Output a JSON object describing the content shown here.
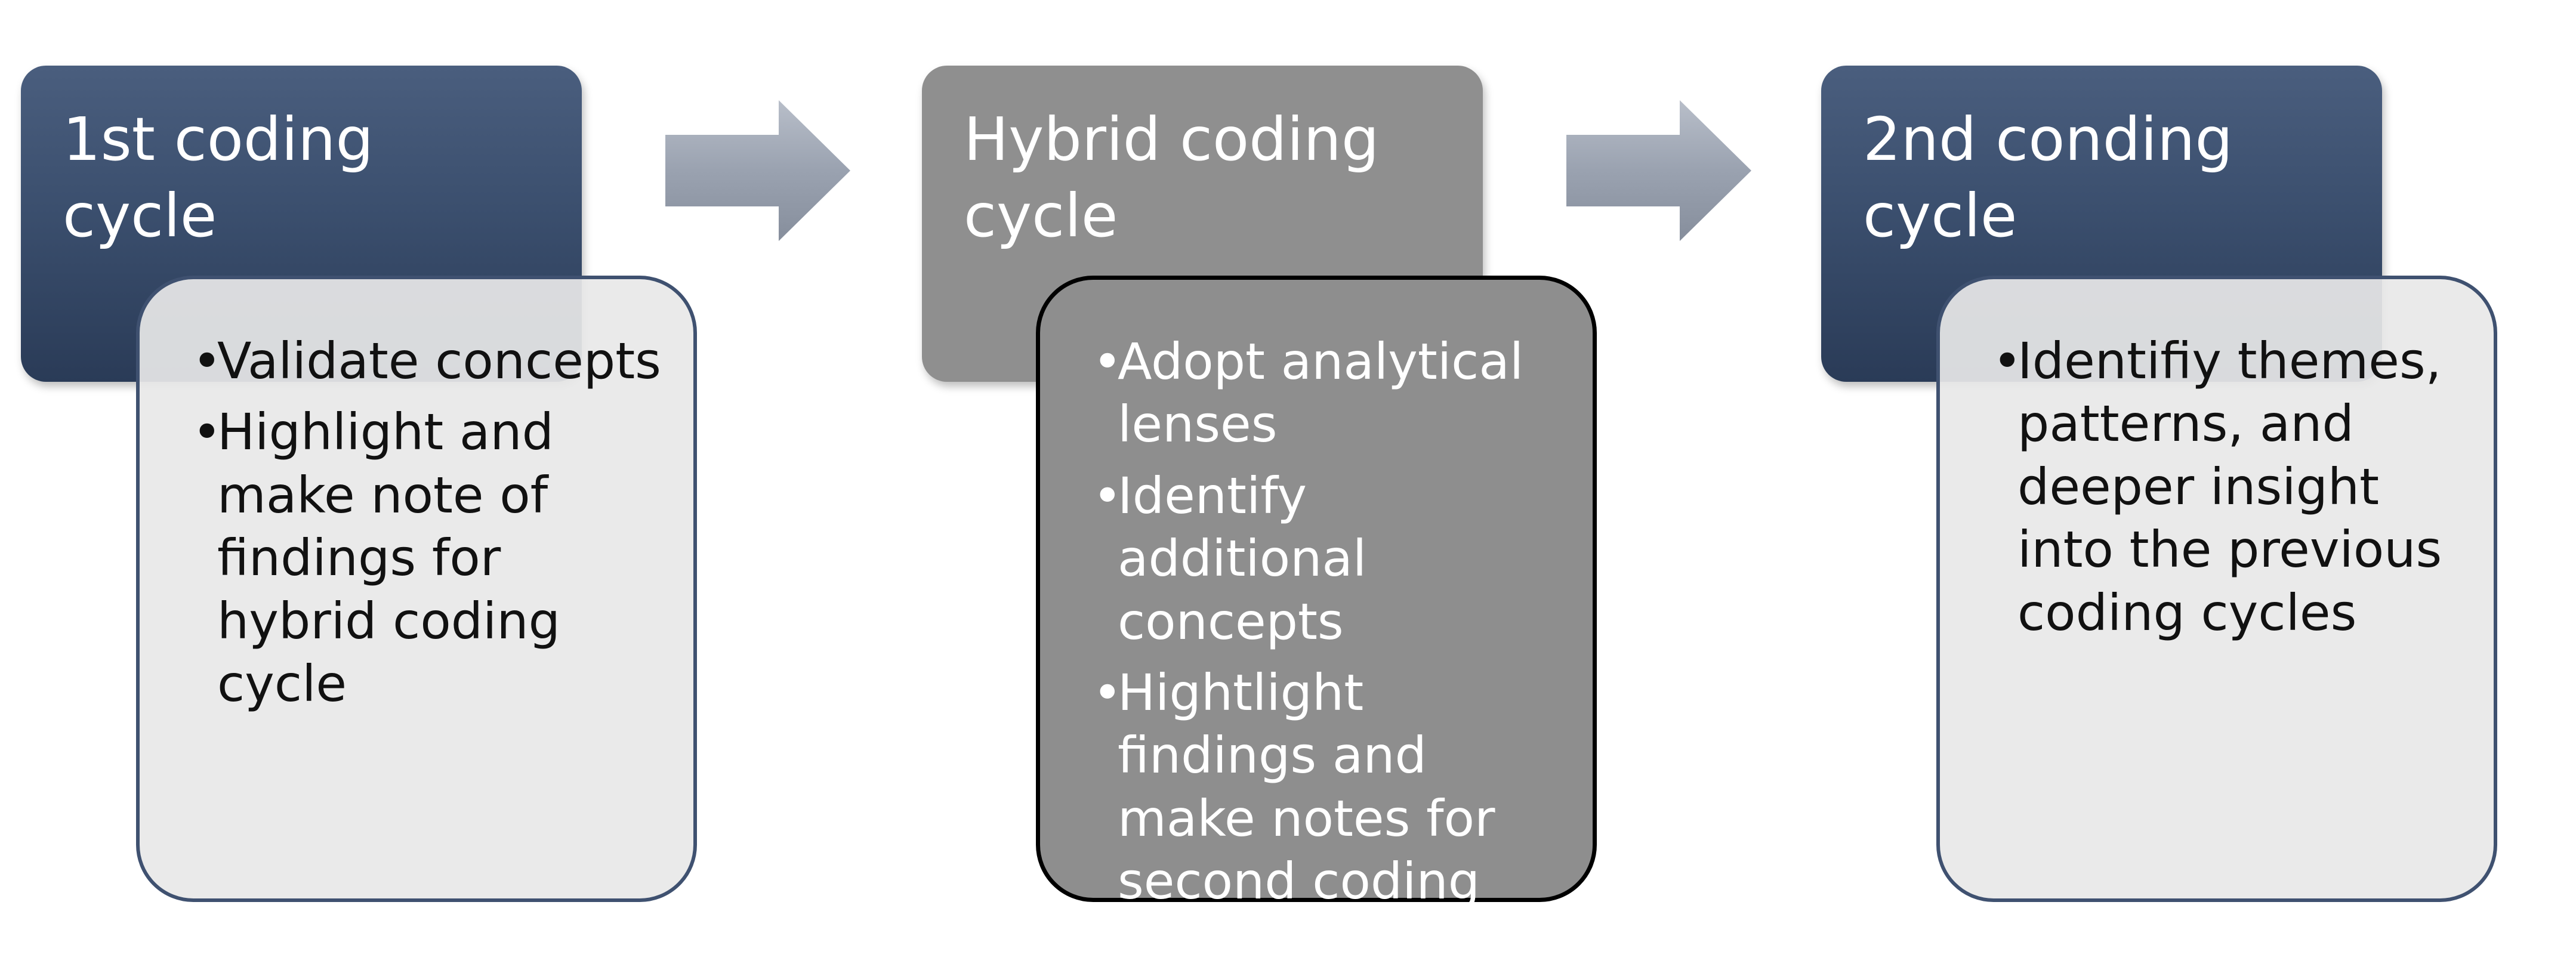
{
  "stages": [
    {
      "title": "1st coding cycle",
      "bullets": [
        "Validate concepts",
        "Highlight and make note of findings for hybrid coding cycle"
      ]
    },
    {
      "title": "Hybrid coding cycle",
      "bullets": [
        "Adopt analytical lenses",
        "Identify additional concepts",
        "Hightlight findings and make notes for second coding cycle"
      ]
    },
    {
      "title": "2nd conding cycle",
      "bullets": [
        "Identifiy themes, patterns, and deeper insight into the previous coding cycles"
      ]
    }
  ],
  "colors": {
    "dark_header": "#3b4f6e",
    "gray_header": "#8f8f8f",
    "light_detail": "#e8e8e8",
    "gray_detail": "#8e8e8e",
    "arrow": "#9aa2b0"
  },
  "icons": {
    "connector": "right-arrow-icon"
  }
}
